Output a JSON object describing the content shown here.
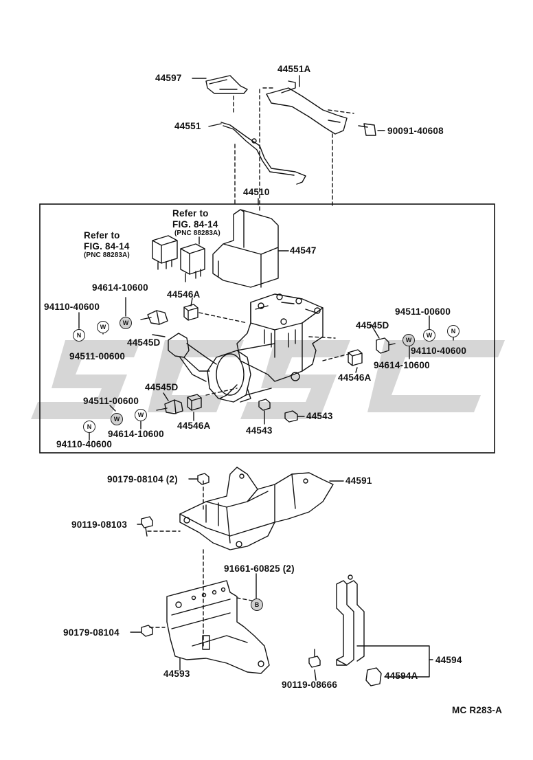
{
  "labels": {
    "p44597": "44597",
    "p44551A": "44551A",
    "p44551": "44551",
    "p90091": "90091-40608",
    "p44510": "44510",
    "ref1_line1": "Refer to",
    "ref1_line2": "FIG. 84-14",
    "ref1_line3": "(PNC 88283A)",
    "ref2_line1": "Refer to",
    "ref2_line2": "FIG. 84-14",
    "ref2_line3": "(PNC 88283A)",
    "p44547": "44547",
    "p94614_a": "94614-10600",
    "p94110_a": "94110-40600",
    "p44546A_a": "44546A",
    "p44545D_a": "44545D",
    "p94511_a": "94511-00600",
    "p94511_b": "94511-00600",
    "p94110_b": "94110-40600",
    "p44545D_b": "44545D",
    "p94614_b": "94614-10600",
    "p44546A_b": "44546A",
    "p44545D_c": "44545D",
    "p94511_c": "94511-00600",
    "p94614_c": "94614-10600",
    "p94110_c": "94110-40600",
    "p44546A_c": "44546A",
    "p44543_a": "44543",
    "p44543_b": "44543",
    "p90179_a": "90179-08104 (2)",
    "p44591": "44591",
    "p90119_a": "90119-08103",
    "p91661": "91661-60825 (2)",
    "p90179_b": "90179-08104",
    "p44593": "44593",
    "p44594": "44594",
    "p44594A": "44594A",
    "p90119_b": "90119-08666",
    "figure_code": "MC R283-A"
  },
  "symbols": {
    "nut": "N",
    "washer": "W",
    "bolt": "B"
  },
  "colors": {
    "line": "#111111",
    "watermark": "#c8c8c8"
  }
}
